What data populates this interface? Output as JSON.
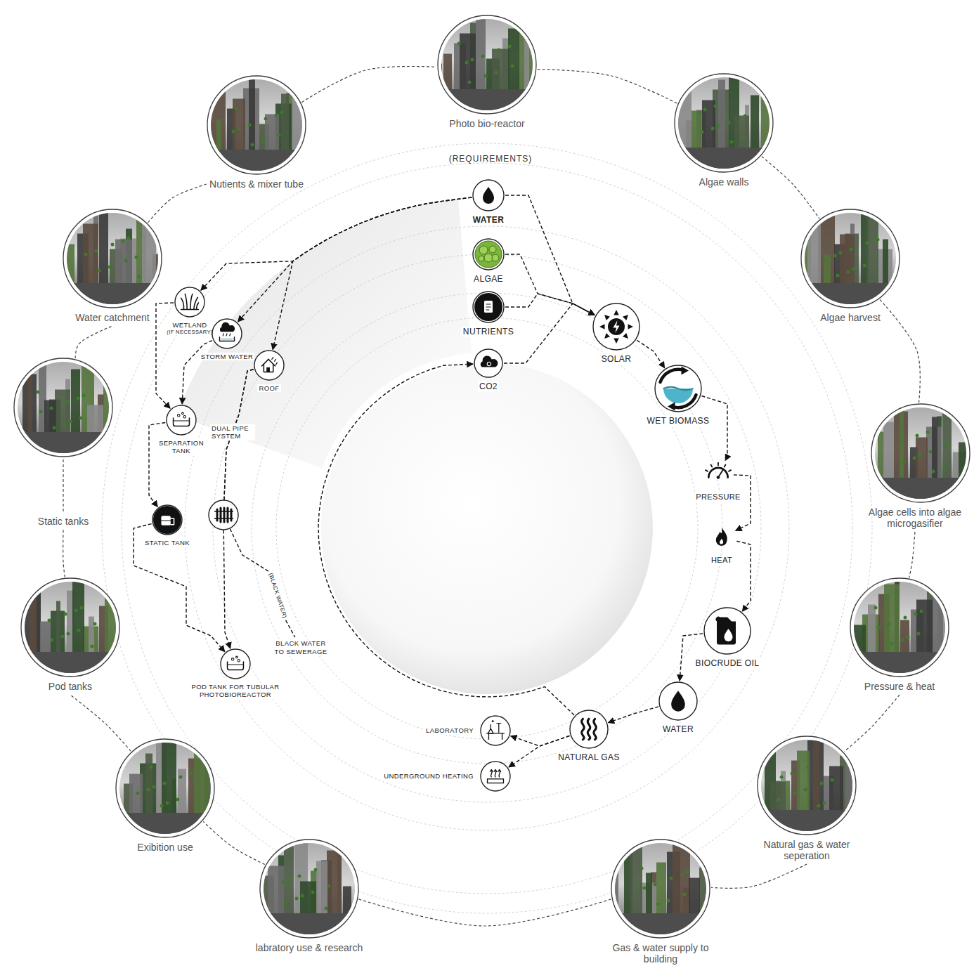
{
  "diagram": {
    "nodes": [
      {
        "text": [
          "Photo bio-reactor"
        ]
      },
      {
        "text": [
          "Algae walls"
        ]
      },
      {
        "text": [
          "Algae harvest"
        ]
      },
      {
        "text": [
          "Algae cells into algae microgasifier"
        ]
      },
      {
        "text": [
          "Pressure & heat"
        ]
      },
      {
        "text": [
          "Natural gas & water seperation"
        ]
      },
      {
        "text": [
          "Gas & water supply to building"
        ]
      },
      {
        "text": [
          "labratory use & research"
        ]
      },
      {
        "text": [
          "Exibition use"
        ]
      },
      {
        "text": [
          "Pod tanks"
        ]
      },
      {
        "text": [
          "Static tanks"
        ]
      },
      {
        "text": [
          "Water catchment"
        ]
      },
      {
        "text": [
          "Nutients & mixer tube"
        ]
      },
      {
        "text": [
          "WATER"
        ]
      },
      {
        "text": [
          "ALGAE"
        ]
      },
      {
        "text": [
          "NUTRIENTS"
        ]
      },
      {
        "text": [
          "CO2"
        ]
      },
      {
        "text": [
          "SOLAR"
        ]
      },
      {
        "text": [
          "WET BIOMASS"
        ]
      },
      {
        "text": [
          "PRESSURE"
        ]
      },
      {
        "text": [
          "HEAT"
        ]
      },
      {
        "text": [
          "BIOCRUDE OIL"
        ]
      },
      {
        "text": [
          "WATER"
        ]
      },
      {
        "text": [
          "NATURAL GAS"
        ]
      },
      {
        "text": [
          "LABORATORY"
        ]
      },
      {
        "text": [
          "UNDERGROUND HEATING"
        ]
      },
      {
        "text": [
          "WETLAND",
          "(IF NECESSARY)"
        ]
      },
      {
        "text": [
          "STORM WATER"
        ]
      },
      {
        "text": [
          "ROOF"
        ]
      },
      {
        "text": [
          "SEPARATION TANK"
        ]
      },
      {
        "text": [
          "STATIC TANK"
        ]
      },
      {
        "text": [
          "POD TANK FOR TUBULAR PHOTOBIOREACTOR"
        ]
      },
      {
        "text": [
          "BLACK WATER TO SEWERAGE"
        ]
      }
    ],
    "edges": [
      {
        "from": 0,
        "to": 1,
        "arrow": "none"
      },
      {
        "from": 1,
        "to": 2,
        "arrow": "none"
      },
      {
        "from": 2,
        "to": 3,
        "arrow": "none"
      },
      {
        "from": 3,
        "to": 4,
        "arrow": "none"
      },
      {
        "from": 4,
        "to": 5,
        "arrow": "none"
      },
      {
        "from": 5,
        "to": 6,
        "arrow": "none"
      },
      {
        "from": 6,
        "to": 7,
        "arrow": "none"
      },
      {
        "from": 7,
        "to": 8,
        "arrow": "none"
      },
      {
        "from": 8,
        "to": 9,
        "arrow": "none"
      },
      {
        "from": 9,
        "to": 10,
        "arrow": "none"
      },
      {
        "from": 10,
        "to": 11,
        "arrow": "none"
      },
      {
        "from": 11,
        "to": 12,
        "arrow": "none"
      },
      {
        "from": 12,
        "to": 0,
        "arrow": "none"
      },
      {
        "from": 13,
        "to": 17,
        "arrow": "to"
      },
      {
        "from": 14,
        "to": 17,
        "arrow": "to"
      },
      {
        "from": 15,
        "to": 17,
        "arrow": "to"
      },
      {
        "from": 16,
        "to": 17,
        "arrow": "to"
      },
      {
        "from": 17,
        "to": 18,
        "arrow": "to"
      },
      {
        "from": 18,
        "to": 19,
        "arrow": "to"
      },
      {
        "from": 19,
        "to": 20,
        "arrow": "to"
      },
      {
        "from": 20,
        "to": 21,
        "arrow": "to"
      },
      {
        "from": 21,
        "to": 22,
        "arrow": "to"
      },
      {
        "from": 22,
        "to": 23,
        "arrow": "to"
      },
      {
        "from": 23,
        "to": 24,
        "arrow": "to"
      },
      {
        "from": 23,
        "to": 25,
        "arrow": "to"
      },
      {
        "from": 23,
        "to": 16,
        "arrow": "to"
      },
      {
        "from": 13,
        "to": 26,
        "arrow": "to"
      },
      {
        "from": 13,
        "to": 27,
        "arrow": "to"
      },
      {
        "from": 13,
        "to": 28,
        "arrow": "to"
      },
      {
        "from": 26,
        "to": 29,
        "arrow": "to"
      },
      {
        "from": 27,
        "to": 29,
        "arrow": "to"
      },
      {
        "from": 29,
        "to": 30,
        "arrow": "to"
      },
      {
        "from": 30,
        "to": 31,
        "arrow": "to"
      },
      {
        "from": 28,
        "to": 31,
        "label": "DUAL PIPE SYSTEM",
        "arrow": "to"
      },
      {
        "from": 28,
        "to": 32,
        "label": "(BLACK WATER)",
        "arrow": "none"
      }
    ],
    "labels": [
      "(REQUIREMENTS)"
    ]
  }
}
